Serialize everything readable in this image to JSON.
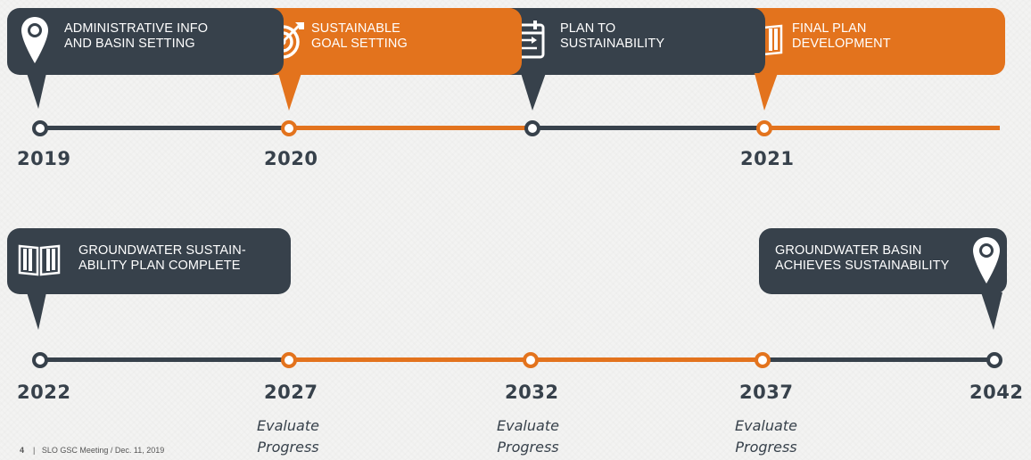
{
  "colors": {
    "dark": "#37414b",
    "orange": "#e3731d",
    "background": "#f3f3f2"
  },
  "top_timeline": {
    "phases": [
      {
        "line1": "ADMINISTRATIVE INFO",
        "line2": "AND BASIN SETTING",
        "icon": "map-pin-icon",
        "color": "dark"
      },
      {
        "line1": "SUSTAINABLE",
        "line2": "GOAL SETTING",
        "icon": "target-icon",
        "color": "orange"
      },
      {
        "line1": "PLAN TO",
        "line2": "SUSTAINABILITY",
        "icon": "calendar-icon",
        "color": "dark"
      },
      {
        "line1": "FINAL PLAN",
        "line2": "DEVELOPMENT",
        "icon": "book-icon",
        "color": "orange"
      }
    ],
    "years": [
      "2019",
      "2020",
      "2021"
    ]
  },
  "bottom_timeline": {
    "start_callout": {
      "line1": "GROUNDWATER SUSTAIN-",
      "line2": "ABILITY PLAN COMPLETE",
      "icon": "book-icon"
    },
    "end_callout": {
      "line1": "GROUNDWATER BASIN",
      "line2": "ACHIEVES SUSTAINABILITY",
      "icon": "map-pin-icon"
    },
    "years": [
      "2022",
      "2027",
      "2032",
      "2037",
      "2042"
    ],
    "milestones": [
      {
        "line1": "Evaluate",
        "line2": "Progress"
      },
      {
        "line1": "Evaluate",
        "line2": "Progress"
      },
      {
        "line1": "Evaluate",
        "line2": "Progress"
      }
    ]
  },
  "footer": {
    "page_number": "4",
    "separator": "|",
    "text": "SLO GSC Meeting / Dec. 11, 2019"
  }
}
